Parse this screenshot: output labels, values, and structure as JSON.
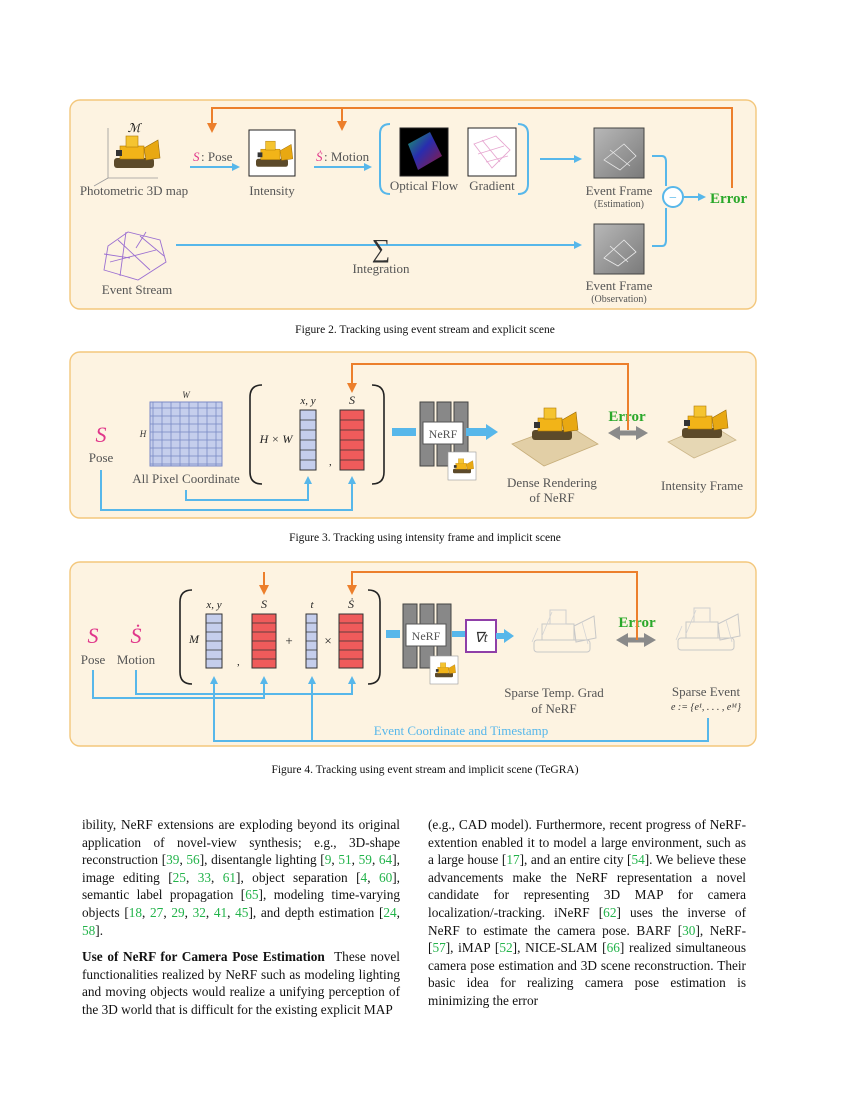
{
  "colors": {
    "panel_bg": "#fdf3e1",
    "panel_border": "#f3c77c",
    "blue_arrow": "#57b7ea",
    "orange_arrow": "#ec7f2c",
    "error_green": "#2aa82a",
    "pink": "#e0368a",
    "red_cell": "#ef5b5b",
    "grid_fill": "#c5ceec",
    "grid_line": "#7a8ac6",
    "purple_box": "#8f3fa8"
  },
  "fig2": {
    "caption": "Figure 2. Tracking using event stream and explicit scene",
    "map_symbol": "ℳ",
    "map_label": "Photometric 3D map",
    "pose_symbol": "S",
    "pose_text": " : Pose",
    "intensity_label": "Intensity",
    "motion_symbol": "Ṡ",
    "motion_text": " : Motion",
    "optical_flow_label": "Optical Flow",
    "gradient_label": "Gradient",
    "event_frame_est_label": "Event Frame",
    "event_frame_est_sub": "(Estimation)",
    "minus_symbol": "−",
    "error_label": "Error",
    "event_stream_label": "Event Stream",
    "sum_symbol": "∑",
    "integration_label": "Integration",
    "event_frame_obs_label": "Event Frame",
    "event_frame_obs_sub": "(Observation)",
    "icons": [
      "bulldozer-icon",
      "optical-flow-icon",
      "gradient-icon",
      "event-frame-icon",
      "event-cloud-icon"
    ]
  },
  "fig3": {
    "caption": "Figure 3. Tracking using intensity frame and implicit scene",
    "pose_symbol": "S",
    "pose_label": "Pose",
    "grid_w": "W",
    "grid_h": "H",
    "grid_label": "All Pixel Coordinate",
    "hw_label": "H × W",
    "xy_label": "x, y",
    "s_label": "S",
    "comma": ",",
    "nerf_label": "NeRF",
    "error_label": "Error",
    "dense_label_1": "Dense Rendering",
    "dense_label_2": "of NeRF",
    "intensity_frame_label": "Intensity Frame"
  },
  "fig4": {
    "caption": "Figure 4. Tracking using event stream and implicit scene (TeGRA)",
    "pose_symbol": "S",
    "pose_label": "Pose",
    "motion_symbol": "Ṡ",
    "motion_label": "Motion",
    "m_label": "M",
    "xy_label": "x, y",
    "s_label": "S",
    "t_label": "t",
    "sdot_label": "Ṡ",
    "plus": "+",
    "times": "×",
    "comma": ",",
    "nerf_label": "NeRF",
    "grad_symbol": "∇t",
    "error_label": "Error",
    "sparse_grad_1": "Sparse Temp. Grad",
    "sparse_grad_2": "of NeRF",
    "sparse_event_label": "Sparse Event",
    "sparse_event_math": "e := {e¹, . . . , eᴹ}",
    "coord_label": "Event Coordinate and Timestamp"
  },
  "body": {
    "left": {
      "p1_seg": [
        {
          "t": "ibility, NeRF extensions are exploding beyond its original application of novel-view synthesis; e.g., 3D-shape reconstruction ["
        },
        {
          "t": "39",
          "l": 1
        },
        {
          "t": ", "
        },
        {
          "t": "56",
          "l": 1
        },
        {
          "t": "], disentangle lighting ["
        },
        {
          "t": "9",
          "l": 1
        },
        {
          "t": ", "
        },
        {
          "t": "51",
          "l": 1
        },
        {
          "t": ", "
        },
        {
          "t": "59",
          "l": 1
        },
        {
          "t": ", "
        },
        {
          "t": "64",
          "l": 1
        },
        {
          "t": "], image editing ["
        },
        {
          "t": "25",
          "l": 1
        },
        {
          "t": ", "
        },
        {
          "t": "33",
          "l": 1
        },
        {
          "t": ", "
        },
        {
          "t": "61",
          "l": 1
        },
        {
          "t": "], object separation ["
        },
        {
          "t": "4",
          "l": 1
        },
        {
          "t": ", "
        },
        {
          "t": "60",
          "l": 1
        },
        {
          "t": "], semantic label propagation ["
        },
        {
          "t": "65",
          "l": 1
        },
        {
          "t": "], modeling time-varying objects ["
        },
        {
          "t": "18",
          "l": 1
        },
        {
          "t": ", "
        },
        {
          "t": "27",
          "l": 1
        },
        {
          "t": ", "
        },
        {
          "t": "29",
          "l": 1
        },
        {
          "t": ", "
        },
        {
          "t": "32",
          "l": 1
        },
        {
          "t": ", "
        },
        {
          "t": "41",
          "l": 1
        },
        {
          "t": ", "
        },
        {
          "t": "45",
          "l": 1
        },
        {
          "t": "], and depth estimation ["
        },
        {
          "t": "24",
          "l": 1
        },
        {
          "t": ", "
        },
        {
          "t": "58",
          "l": 1
        },
        {
          "t": "]."
        }
      ],
      "p2_head": "Use of NeRF for Camera Pose Estimation",
      "p2_text": "These novel functionalities realized by NeRF such as modeling lighting and moving objects would realize a unifying perception of the 3D world that is difficult for the existing explicit MAP"
    },
    "right": {
      "seg": [
        {
          "t": "(e.g., CAD model). Furthermore, recent progress of NeRF-extention enabled it to model a large environment, such as a large house ["
        },
        {
          "t": "17",
          "l": 1
        },
        {
          "t": "], and an entire city ["
        },
        {
          "t": "54",
          "l": 1
        },
        {
          "t": "]. We believe these advancements make the NeRF representation a novel candidate for representing 3D MAP for camera localization/-tracking. iNeRF ["
        },
        {
          "t": "62",
          "l": 1
        },
        {
          "t": "] uses the inverse of NeRF to estimate the camera pose. BARF ["
        },
        {
          "t": "30",
          "l": 1
        },
        {
          "t": "], NeRF- ["
        },
        {
          "t": "57",
          "l": 1
        },
        {
          "t": "], iMAP ["
        },
        {
          "t": "52",
          "l": 1
        },
        {
          "t": "], NICE-SLAM ["
        },
        {
          "t": "66",
          "l": 1
        },
        {
          "t": "] realized simultaneous camera pose estimation and 3D scene reconstruction. Their basic idea for realizing camera pose estimation is minimizing the error"
        }
      ]
    }
  }
}
